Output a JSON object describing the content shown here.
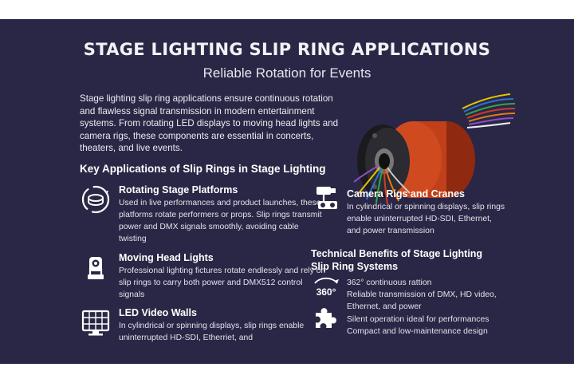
{
  "header": {
    "title": "STAGE LIGHTING SLIP RING APPLICATIONS",
    "subtitle": "Reliable Rotation for Events"
  },
  "intro": {
    "text": "Stage lighting slip ring applications ensure continuous rotation and flawless signal transmission in modern entertainment systems. From rotating LED displays to moving head lights and camera rigs, these components are essential in concerts, theaters, and live events."
  },
  "applications": {
    "heading": "Key Applications of Slip Rings in Stage Lighting",
    "items": [
      {
        "title": "Rotating Stage Platforms",
        "description": "Used in live performances and product launches, these platforms rotate performers or props. Slip rings transmit power and DMX signals smoothly, avoiding cable twisting",
        "icon": "rotating-platform-icon"
      },
      {
        "title": "Moving Head Lights",
        "description": "Professional lighting fictures rotate endlessly and rely on slip rings to carry both power and DMX512 control signals",
        "icon": "moving-head-light-icon"
      },
      {
        "title": "LED Video Walls",
        "description": "In cylindrical or spinning displays, slip rings enable uninterrupted HD-SDI, Etherriet, and",
        "icon": "video-wall-icon"
      },
      {
        "title": "Camera Rigs and Cranes",
        "description": "In cylindrical or spinning displays, slip rings enable uninterrupted HD-SDI, Ethernet, and power transmission",
        "icon": "camera-rig-icon"
      }
    ]
  },
  "benefits": {
    "heading": "Technical Benefits of Stage Lighting Slip Ring Systems",
    "items": [
      "362° continuous rattion",
      "Reliable transmission of DMX, HD video,",
      "Ethernet, and power",
      "Silent operation ideal for performances",
      "Compact and low-maintenance design"
    ],
    "badge_text": "360°"
  },
  "colors": {
    "background": "#2a2746",
    "accent_orange": "#c0401a",
    "text": "#ffffff"
  }
}
